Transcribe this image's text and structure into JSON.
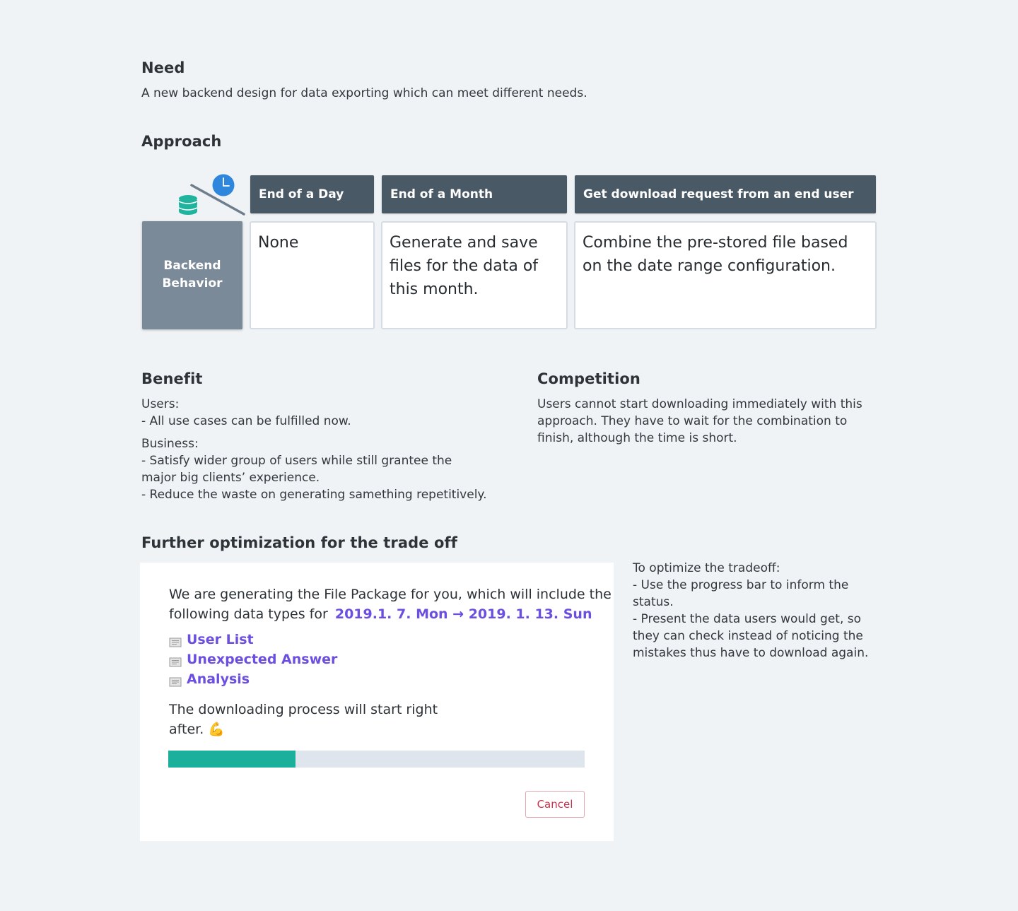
{
  "need": {
    "title": "Need",
    "text": "A new backend design for data exporting which can meet different needs."
  },
  "approach": {
    "title": "Approach",
    "icons": [
      "database-icon",
      "clock-icon"
    ],
    "row_label_line1": "Backend",
    "row_label_line2": "Behavior",
    "columns": [
      {
        "header": "End of a Day",
        "cell": "None"
      },
      {
        "header": "End of a Month",
        "cell": "Generate and save files for the data of this month."
      },
      {
        "header": "Get download request from an end user",
        "cell": "Combine the pre-stored file based on the date range configuration."
      }
    ]
  },
  "benefit": {
    "title": "Benefit",
    "users_label": "Users:",
    "users_items": [
      "- All use cases can be fulfilled now."
    ],
    "business_label": "Business:",
    "business_items": [
      "- Satisfy wider group of users while still grantee the major big clients’ experience.",
      "- Reduce the waste on generating samething repetitively."
    ]
  },
  "competition": {
    "title": "Competition",
    "text": "Users cannot start downloading immediately with this approach. They have to wait for the combination to finish, although the time is short."
  },
  "optimization": {
    "title": "Further optimization for the trade off",
    "dialog": {
      "intro_line1": "We are generating the File Package for you, which will include the",
      "intro_line2": "following data types for",
      "date_range": "2019.1. 7. Mon → 2019. 1. 13. Sun",
      "files": [
        "User List",
        "Unexpected Answer",
        "Analysis"
      ],
      "status_line1": "The downloading process will start right",
      "status_line2": "after. 💪",
      "progress": 0.306,
      "cancel_label": "Cancel"
    },
    "notes": {
      "intro": "To optimize the tradeoff:",
      "items": [
        "- Use the progress bar to inform the status.",
        "- Present the data users would get, so they can check instead of noticing the mistakes thus have to download again."
      ]
    }
  },
  "colors": {
    "background": "#eff3f6",
    "header_dark": "#4a5966",
    "row_label": "#7b8a98",
    "accent_purple": "#6c4ee0",
    "progress_green": "#1bb09b",
    "cancel_red": "#c9304b"
  }
}
